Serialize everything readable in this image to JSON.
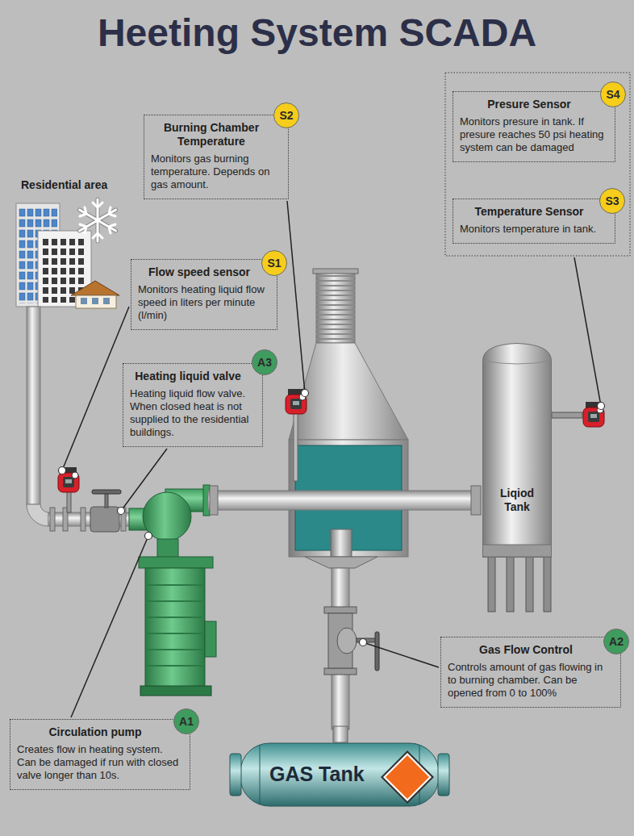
{
  "diagram": {
    "title": "Heeting System SCADA",
    "nodes": [
      {
        "text": [
          "Burning Chamber Temperature",
          "Monitors gas burning temperature. Depends on gas amount."
        ]
      },
      {
        "text": [
          "S2"
        ],
        "in": 0
      },
      {
        "text": [
          "Presure Sensor",
          "Monitors presure in tank. If presure reaches 50 psi heating system can be damaged"
        ]
      },
      {
        "text": [
          "S4"
        ],
        "in": 2
      },
      {
        "text": [
          "Temperature Sensor",
          "Monitors temperature in tank."
        ]
      },
      {
        "text": [
          "S3"
        ],
        "in": 4
      },
      {
        "text": [
          "Flow speed sensor",
          "Monitors heating liquid flow speed in liters per minute (l/min)"
        ]
      },
      {
        "text": [
          "S1"
        ],
        "in": 6
      },
      {
        "text": [
          "Heating liquid valve",
          "Heating liquid flow valve. When closed heat is not supplied to the residential buildings."
        ]
      },
      {
        "text": [
          "A3"
        ],
        "in": 8
      },
      {
        "text": [
          "Liqiod Tank"
        ]
      },
      {
        "text": [
          "Gas Flow Control",
          "Controls amount of gas flowing in to burning chamber. Can be opened from 0 to 100%"
        ]
      },
      {
        "text": [
          "A2"
        ],
        "in": 11
      },
      {
        "text": [
          "Circulation pump",
          "Creates flow in heating system. Can be damaged if run with closed valve longer than 10s."
        ]
      },
      {
        "text": [
          "A1"
        ],
        "in": 13
      },
      {
        "text": [
          "GAS Tank"
        ]
      }
    ],
    "labels": [
      "Residential area"
    ]
  }
}
